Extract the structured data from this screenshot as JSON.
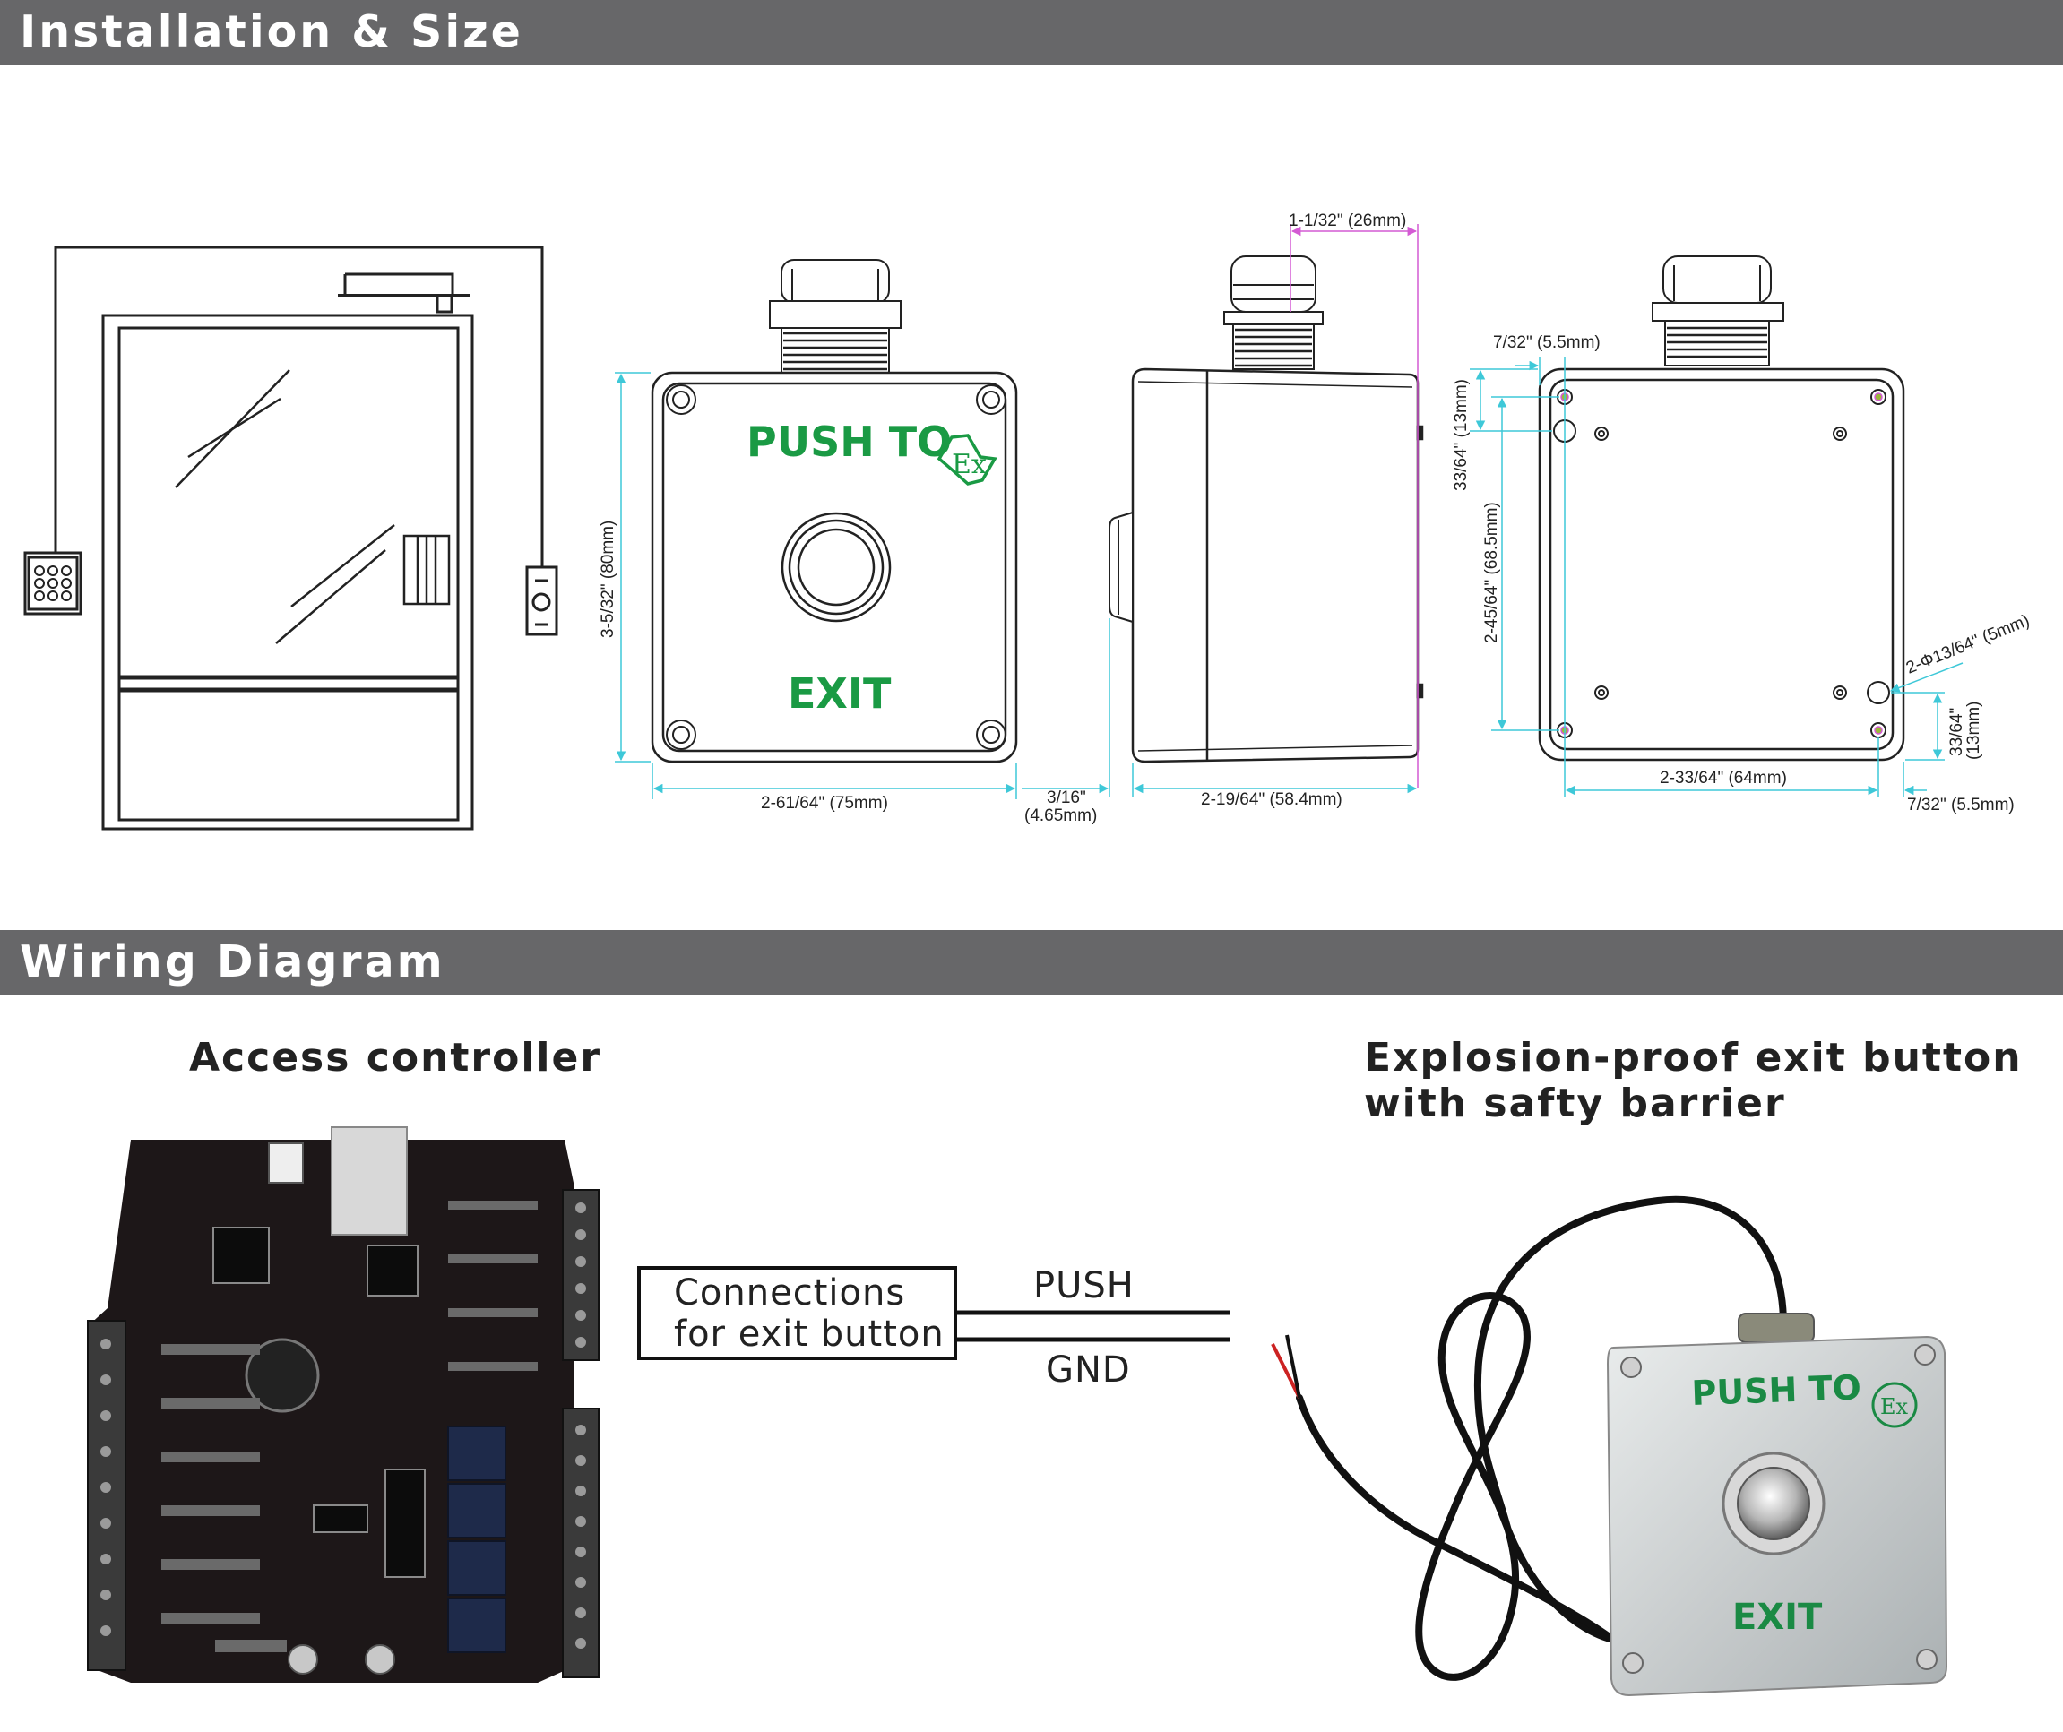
{
  "sections": {
    "installation_title": "Installation & Size",
    "wiring_title": "Wiring Diagram"
  },
  "panel": {
    "line1": "PUSH TO",
    "line2": "EXIT",
    "ex_mark": "Ex"
  },
  "dimensions": {
    "front_height": "3-5/32\" (80mm)",
    "front_width": "2-61/64\" (75mm)",
    "button_protrusion_in": "3/16\"",
    "button_protrusion_mm": "(4.65mm)",
    "side_depth": "2-19/64\" (58.4mm)",
    "gland_offset": "1-1/32\" (26mm)",
    "hole_offset_top": "7/32\" (5.5mm)",
    "hole_vertical_offset": "33/64\" (13mm)",
    "hole_spacing_vertical": "2-45/64\" (68.5mm)",
    "hole_diameter": "2-Φ13/64\" (5mm)",
    "hole_bottom_offset_in": "33/64\"",
    "hole_bottom_offset_mm": "(13mm)",
    "hole_spacing_horizontal": "2-33/64\" (64mm)",
    "hole_offset_side": "7/32\" (5.5mm)"
  },
  "wiring": {
    "controller_title": "Access controller",
    "button_title_line1": "Explosion-proof exit button",
    "button_title_line2": "with  safty barrier",
    "connection_box_line1": "Connections",
    "connection_box_line2": "for exit button",
    "wire_push": "PUSH",
    "wire_gnd": "GND"
  },
  "colors": {
    "banner": "#676769",
    "push_exit_green": "#1a9a44",
    "dimension_cyan": "#3ec8d8",
    "dimension_magenta": "#d45ad4"
  }
}
